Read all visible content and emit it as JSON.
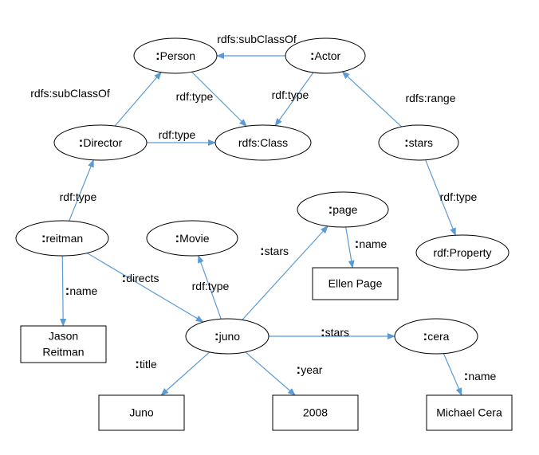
{
  "nodes": [
    {
      "id": "person",
      "shape": "ellipse",
      "prefix": ":",
      "label": "Person"
    },
    {
      "id": "actor",
      "shape": "ellipse",
      "prefix": ":",
      "label": "Actor"
    },
    {
      "id": "director",
      "shape": "ellipse",
      "prefix": ":",
      "label": "Director"
    },
    {
      "id": "rdfs-class",
      "shape": "ellipse",
      "prefix": "",
      "label": "rdfs:Class"
    },
    {
      "id": "stars-prop",
      "shape": "ellipse",
      "prefix": ":",
      "label": "stars"
    },
    {
      "id": "page",
      "shape": "ellipse",
      "prefix": ":",
      "label": "page"
    },
    {
      "id": "reitman",
      "shape": "ellipse",
      "prefix": ":",
      "label": "reitman"
    },
    {
      "id": "movie",
      "shape": "ellipse",
      "prefix": ":",
      "label": "Movie"
    },
    {
      "id": "rdf-property",
      "shape": "ellipse",
      "prefix": "",
      "label": "rdf:Property"
    },
    {
      "id": "juno",
      "shape": "ellipse",
      "prefix": ":",
      "label": "juno"
    },
    {
      "id": "cera",
      "shape": "ellipse",
      "prefix": ":",
      "label": "cera"
    },
    {
      "id": "ellen-page",
      "shape": "rect",
      "lines": [
        "Ellen Page"
      ]
    },
    {
      "id": "jason-reitman",
      "shape": "rect",
      "lines": [
        "Jason",
        "Reitman"
      ]
    },
    {
      "id": "juno-title",
      "shape": "rect",
      "lines": [
        "Juno"
      ]
    },
    {
      "id": "year-2008",
      "shape": "rect",
      "lines": [
        "2008"
      ]
    },
    {
      "id": "michael-cera",
      "shape": "rect",
      "lines": [
        "Michael Cera"
      ]
    }
  ],
  "edges": [
    {
      "from": "actor",
      "to": "person",
      "prefix": "",
      "label": "rdfs:subClassOf"
    },
    {
      "from": "director",
      "to": "person",
      "prefix": "",
      "label": "rdfs:subClassOf"
    },
    {
      "from": "person",
      "to": "rdfs-class",
      "prefix": "",
      "label": "rdf:type"
    },
    {
      "from": "actor",
      "to": "rdfs-class",
      "prefix": "",
      "label": "rdf:type"
    },
    {
      "from": "director",
      "to": "rdfs-class",
      "prefix": "",
      "label": "rdf:type"
    },
    {
      "from": "stars-prop",
      "to": "actor",
      "prefix": "",
      "label": "rdfs:range"
    },
    {
      "from": "stars-prop",
      "to": "rdf-property",
      "prefix": "",
      "label": "rdf:type"
    },
    {
      "from": "reitman",
      "to": "director",
      "prefix": "",
      "label": "rdf:type"
    },
    {
      "from": "reitman",
      "to": "jason-reitman",
      "prefix": ":",
      "label": "name"
    },
    {
      "from": "reitman",
      "to": "juno",
      "prefix": ":",
      "label": "directs"
    },
    {
      "from": "juno",
      "to": "movie",
      "prefix": "",
      "label": "rdf:type"
    },
    {
      "from": "juno",
      "to": "page",
      "prefix": ":",
      "label": "stars"
    },
    {
      "from": "page",
      "to": "ellen-page",
      "prefix": ":",
      "label": "name"
    },
    {
      "from": "juno",
      "to": "cera",
      "prefix": ":",
      "label": "stars"
    },
    {
      "from": "cera",
      "to": "michael-cera",
      "prefix": ":",
      "label": "name"
    },
    {
      "from": "juno",
      "to": "juno-title",
      "prefix": ":",
      "label": "title"
    },
    {
      "from": "juno",
      "to": "year-2008",
      "prefix": ":",
      "label": "year"
    }
  ],
  "colors": {
    "edge": "#5b9bd5",
    "node_stroke": "#000000",
    "background": "#ffffff"
  }
}
